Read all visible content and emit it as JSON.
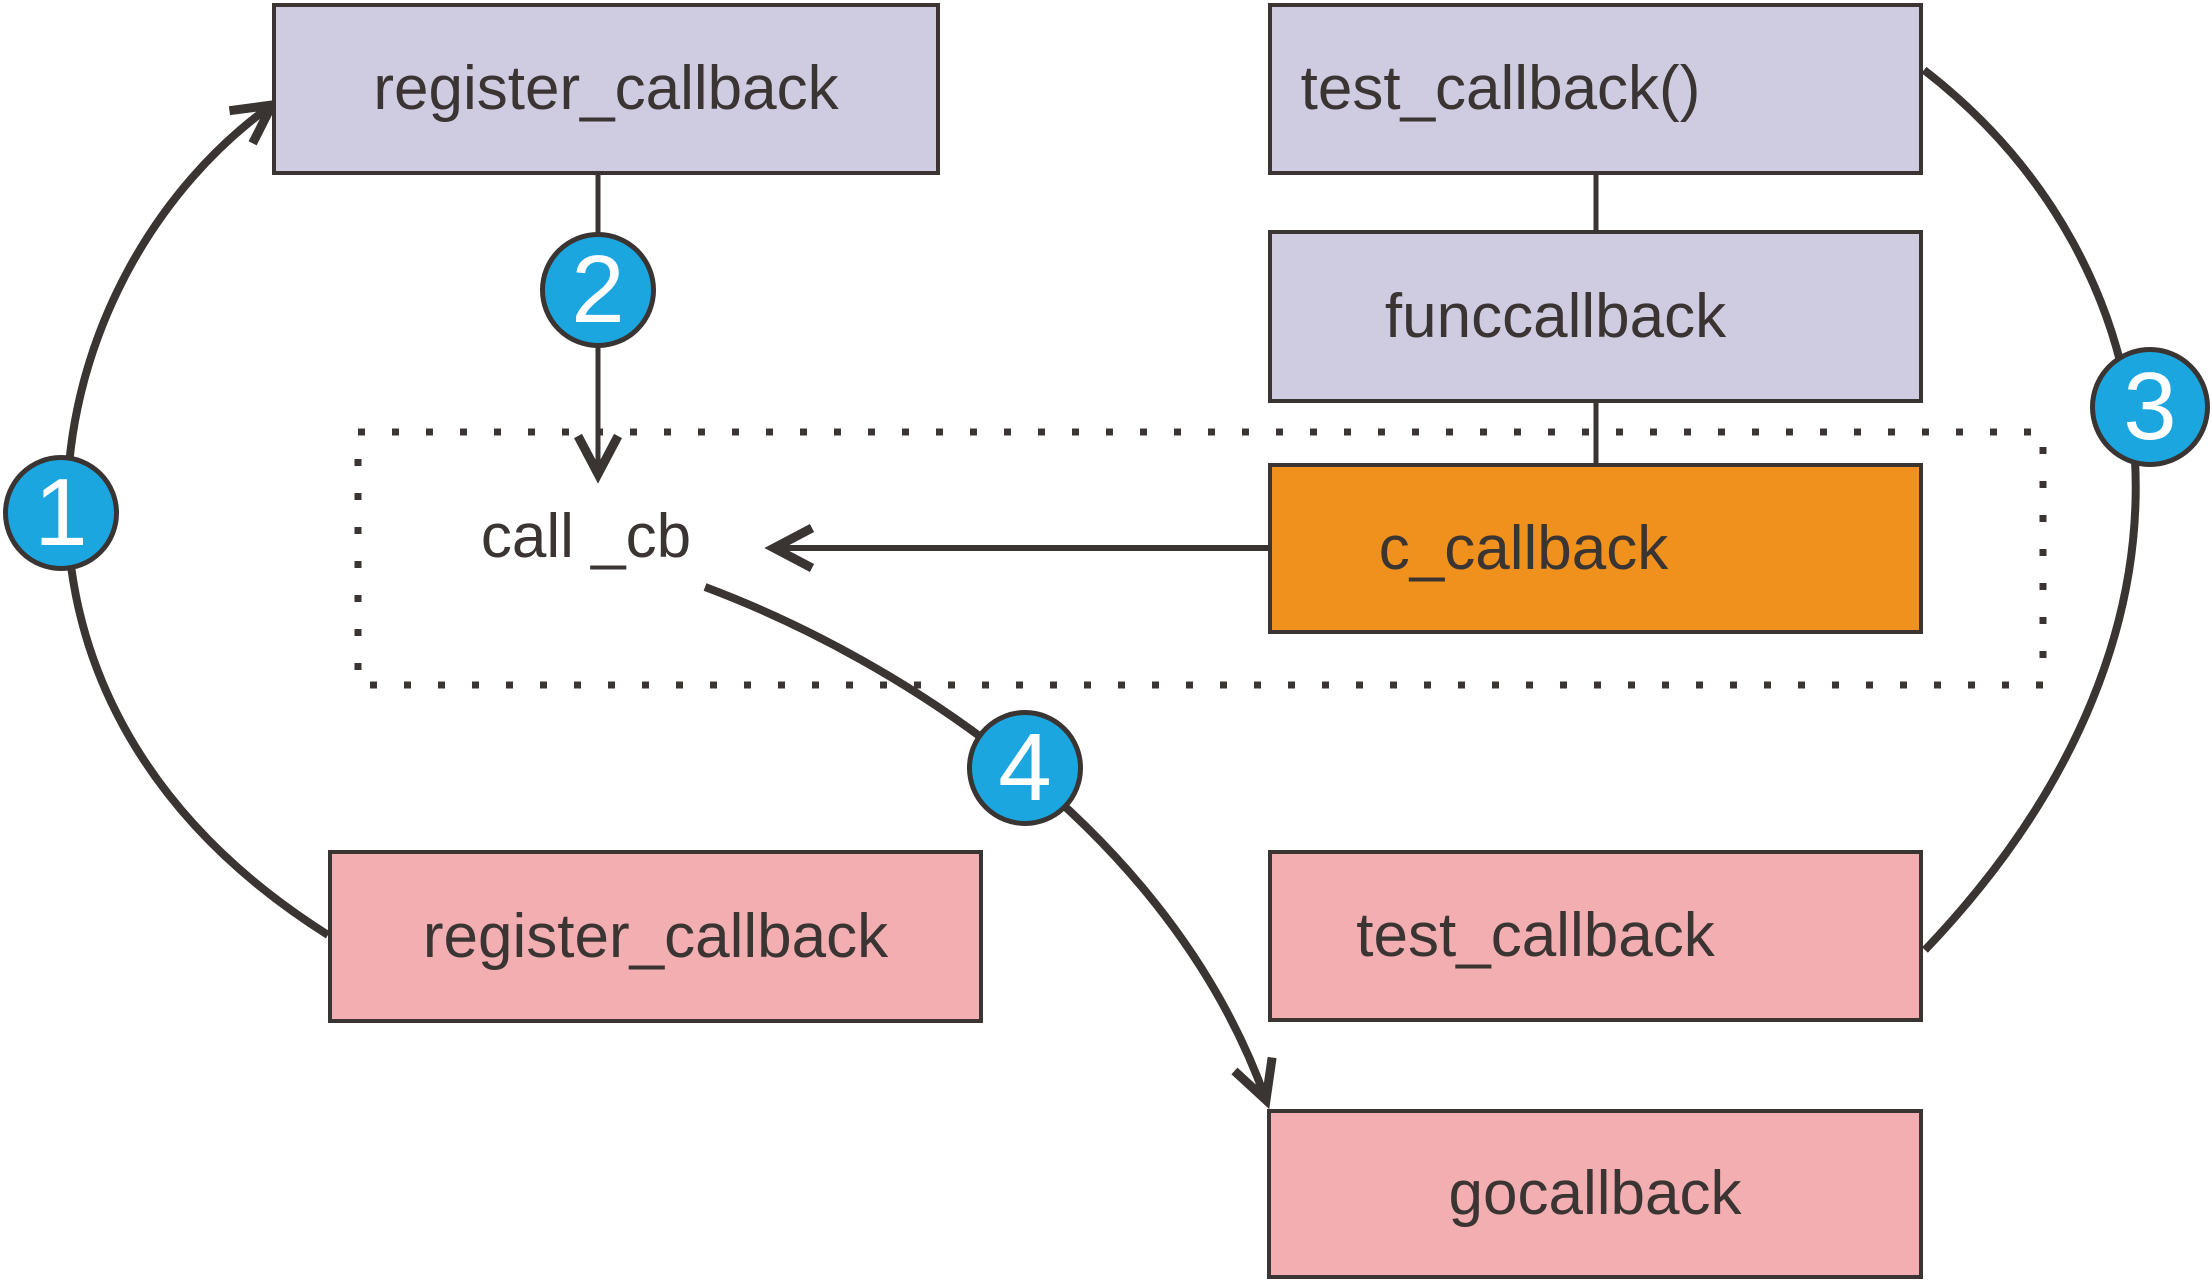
{
  "boxes": {
    "register_callback_top": "register_callback",
    "test_callback_top": "test_callback()",
    "funccallback": "funccallback",
    "c_callback": "c_callback",
    "call_cb": "call _cb",
    "register_callback_bottom": "register_callback",
    "test_callback_bottom": "test_callback",
    "gocallback": "gocallback"
  },
  "steps": {
    "s1": "1",
    "s2": "2",
    "s3": "3",
    "s4": "4"
  },
  "colors": {
    "lavender": "#cfcce2",
    "pink": "#f2aeb0",
    "orange": "#f0911d",
    "blue": "#1ca6e0",
    "line": "#3a3432",
    "text": "#3a3432",
    "bg": "#ffffff"
  }
}
